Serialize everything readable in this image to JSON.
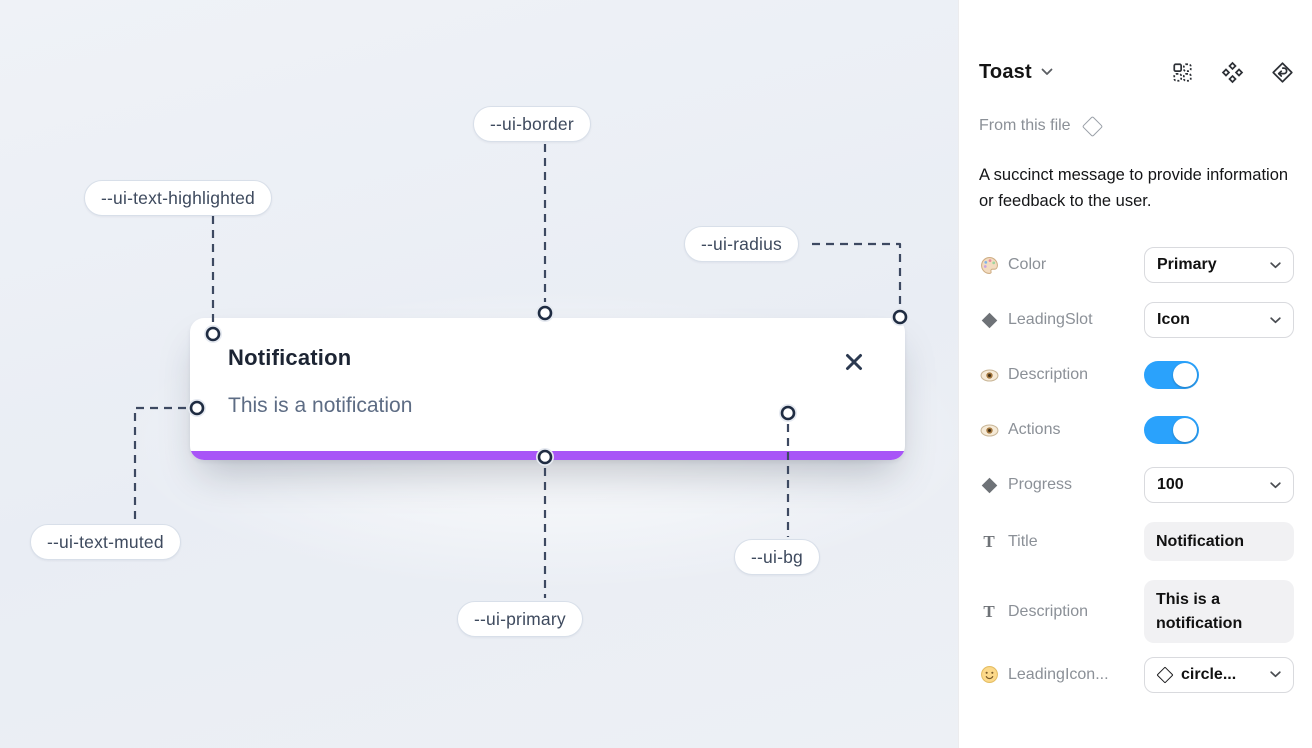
{
  "theme": {
    "primary": "#a855f7",
    "toggle-on": "#2aa2fc",
    "line-color": "#3d4961"
  },
  "canvas": {
    "annotations": [
      {
        "label": "--ui-text-highlighted"
      },
      {
        "label": "--ui-border"
      },
      {
        "label": "--ui-radius"
      },
      {
        "label": "--ui-text-muted"
      },
      {
        "label": "--ui-primary"
      },
      {
        "label": "--ui-bg"
      }
    ],
    "toast": {
      "title": "Notification",
      "description": "This is a notification",
      "progress_value": "100"
    }
  },
  "panel": {
    "title": "Toast",
    "source_label": "From this file",
    "description": "A succinct message to provide information or feedback to the user.",
    "properties": [
      {
        "icon": "palette",
        "label": "Color",
        "type": "dropdown",
        "value": "Primary"
      },
      {
        "icon": "diamond",
        "label": "LeadingSlot",
        "type": "dropdown",
        "value": "Icon"
      },
      {
        "icon": "eye",
        "label": "Description",
        "type": "toggle",
        "value": "on"
      },
      {
        "icon": "eye",
        "label": "Actions",
        "type": "toggle",
        "value": "on"
      },
      {
        "icon": "diamond",
        "label": "Progress",
        "type": "dropdown",
        "value": "100"
      },
      {
        "icon": "text",
        "icon_char": "T",
        "label": "Title",
        "type": "text",
        "value": "Notification"
      },
      {
        "icon": "text",
        "icon_char": "T",
        "label": "Description",
        "type": "text",
        "value": "This is a notification"
      },
      {
        "icon": "smiley",
        "label": "LeadingIcon...",
        "type": "dropdown",
        "value": "circle..."
      }
    ]
  }
}
